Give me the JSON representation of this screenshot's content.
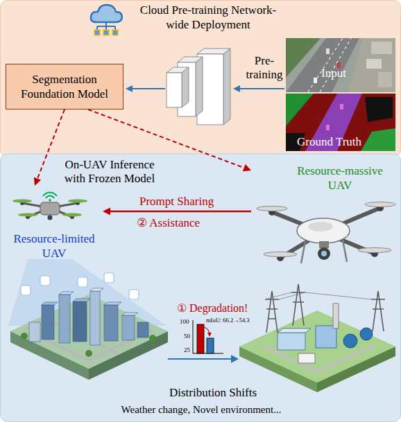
{
  "diagram": {
    "nodes": [
      {
        "text": [
          "Cloud Pre-training Network-wide Deployment"
        ]
      },
      {
        "text": [
          "Segmentation Foundation Model"
        ],
        "in": 0
      },
      {
        "text": [
          "Resource-limited UAV"
        ]
      },
      {
        "text": [
          "Resource-massive UAV"
        ]
      }
    ],
    "edges": [
      {
        "from": 1,
        "to": 2,
        "arrow": "to"
      },
      {
        "from": 1,
        "to": 3,
        "arrow": "to"
      },
      {
        "from": 3,
        "to": 2,
        "arrow": "to",
        "label": "Prompt Sharing"
      }
    ],
    "labels": [
      "Pre-training",
      "Input",
      "Ground Truth",
      "On-UAV Inference with Frozen Model",
      "② Assistance",
      "① Degradation!",
      "100",
      "50",
      "25",
      "mIoU: 66.2→54.3",
      "Distribution Shifts",
      "Weather change, Novel environment..."
    ]
  }
}
